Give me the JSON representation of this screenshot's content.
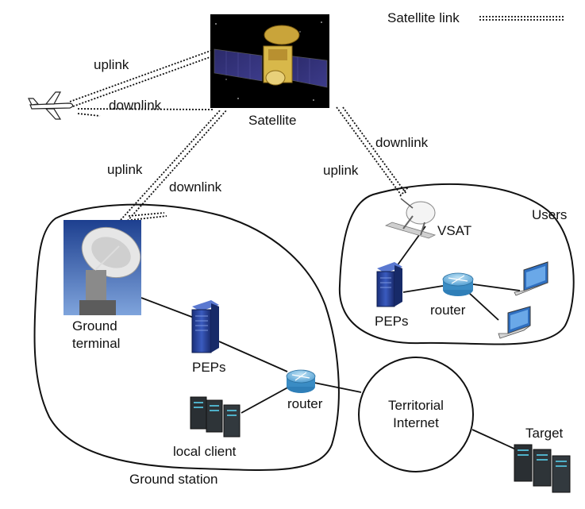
{
  "legend": {
    "label": "Satellite link"
  },
  "satellite": {
    "label": "Satellite"
  },
  "links": {
    "aircraft_uplink": "uplink",
    "aircraft_downlink": "downlink",
    "ground_uplink": "uplink",
    "ground_downlink": "downlink",
    "users_uplink": "uplink",
    "users_downlink": "downlink"
  },
  "ground_station": {
    "label": "Ground station",
    "terminal_line1": "Ground",
    "terminal_line2": "terminal",
    "peps": "PEPs",
    "router": "router",
    "local_client": "local client"
  },
  "users": {
    "label": "Users",
    "vsat": "VSAT",
    "peps": "PEPs",
    "router": "router"
  },
  "internet": {
    "line1": "Territorial",
    "line2": "Internet"
  },
  "target": {
    "label": "Target"
  }
}
